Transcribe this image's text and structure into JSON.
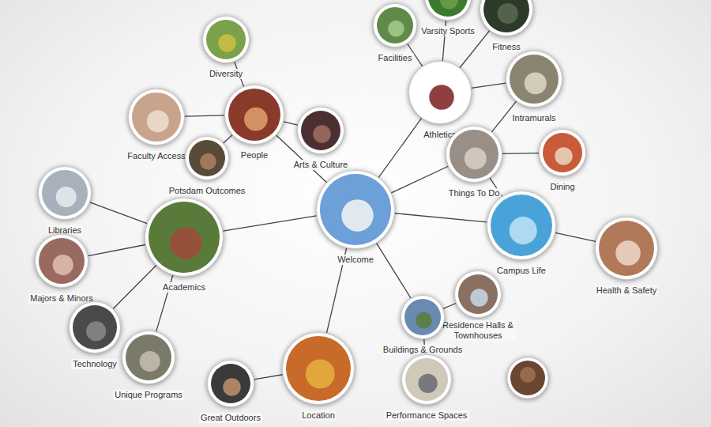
{
  "diagram": {
    "nodes": [
      {
        "text": [
          "Varsity Sports"
        ]
      },
      {
        "text": [
          "Facilities"
        ]
      },
      {
        "text": [
          "Fitness"
        ]
      },
      {
        "text": [
          "Diversity"
        ]
      },
      {
        "text": [
          "Intramurals"
        ]
      },
      {
        "text": [
          "Athletics"
        ]
      },
      {
        "text": [
          "People"
        ]
      },
      {
        "text": [
          "Faculty Access"
        ]
      },
      {
        "text": [
          "Arts & Culture"
        ]
      },
      {
        "text": [
          "Things To Do"
        ]
      },
      {
        "text": [
          "Dining"
        ]
      },
      {
        "text": [
          "Potsdam Outcomes"
        ]
      },
      {
        "text": [
          "Libraries"
        ]
      },
      {
        "text": [
          "Welcome"
        ]
      },
      {
        "text": [
          "Campus Life"
        ]
      },
      {
        "text": [
          "Academics"
        ]
      },
      {
        "text": [
          "Health & Safety"
        ]
      },
      {
        "text": [
          "Majors & Minors"
        ]
      },
      {
        "text": [
          "Residence Halls & Townhouses"
        ]
      },
      {
        "text": [
          "Buildings & Grounds"
        ]
      },
      {
        "text": [
          "Technology"
        ]
      },
      {
        "text": [
          "Unique Programs"
        ]
      },
      {
        "text": [
          "Location"
        ]
      },
      {
        "text": [
          "Performance Spaces"
        ]
      },
      {
        "text": [
          "Great Outdoors"
        ]
      }
    ],
    "edges": [
      {
        "from": 13,
        "to": 5,
        "arrow": "none"
      },
      {
        "from": 13,
        "to": 9,
        "arrow": "none"
      },
      {
        "from": 13,
        "to": 14,
        "arrow": "none"
      },
      {
        "from": 13,
        "to": 19,
        "arrow": "none"
      },
      {
        "from": 13,
        "to": 22,
        "arrow": "none"
      },
      {
        "from": 13,
        "to": 15,
        "arrow": "none"
      },
      {
        "from": 13,
        "to": 6,
        "arrow": "none"
      },
      {
        "from": 5,
        "to": 0,
        "arrow": "none"
      },
      {
        "from": 5,
        "to": 1,
        "arrow": "none"
      },
      {
        "from": 5,
        "to": 2,
        "arrow": "none"
      },
      {
        "from": 5,
        "to": 4,
        "arrow": "none"
      },
      {
        "from": 9,
        "to": 10,
        "arrow": "none"
      },
      {
        "from": 9,
        "to": 4,
        "arrow": "none"
      },
      {
        "from": 14,
        "to": 9,
        "arrow": "none"
      },
      {
        "from": 14,
        "to": 16,
        "arrow": "none"
      },
      {
        "from": 6,
        "to": 3,
        "arrow": "none"
      },
      {
        "from": 6,
        "to": 7,
        "arrow": "none"
      },
      {
        "from": 6,
        "to": 8,
        "arrow": "none"
      },
      {
        "from": 6,
        "to": 11,
        "arrow": "none"
      },
      {
        "from": 15,
        "to": 12,
        "arrow": "none"
      },
      {
        "from": 15,
        "to": 17,
        "arrow": "none"
      },
      {
        "from": 15,
        "to": 20,
        "arrow": "none"
      },
      {
        "from": 15,
        "to": 21,
        "arrow": "none"
      },
      {
        "from": 19,
        "to": 18,
        "arrow": "none"
      },
      {
        "from": 19,
        "to": 23,
        "arrow": "none"
      },
      {
        "from": 22,
        "to": 24,
        "arrow": "none"
      }
    ]
  }
}
